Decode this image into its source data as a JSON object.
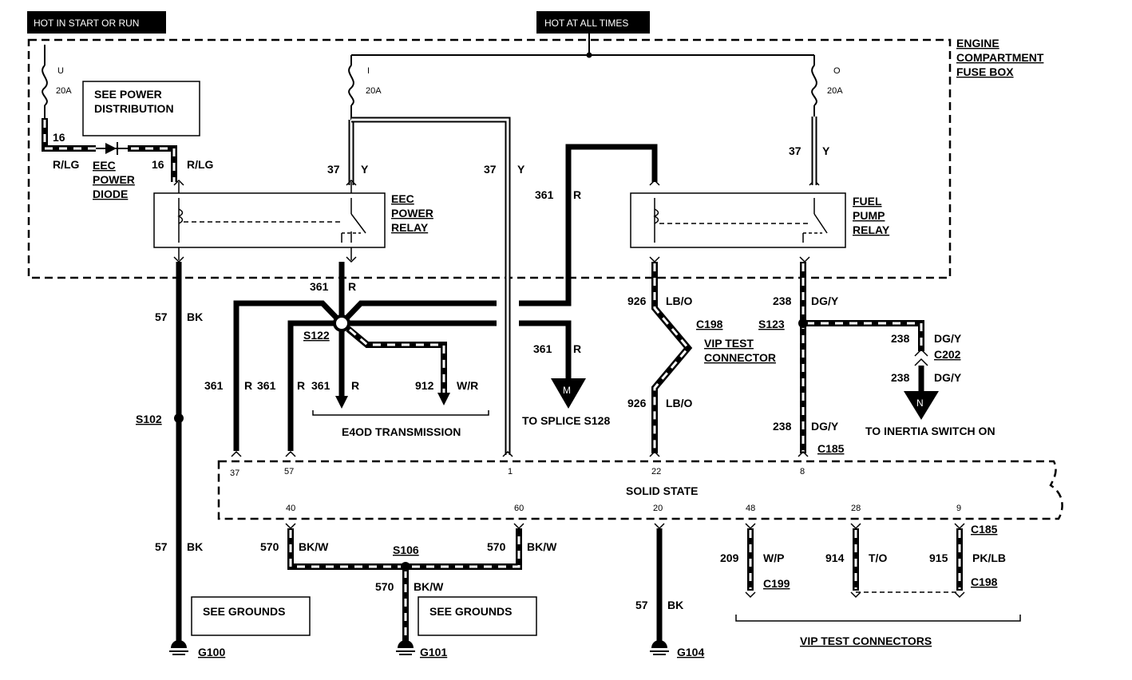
{
  "headers": {
    "start_run": "HOT IN START OR RUN",
    "all_times": "HOT AT ALL TIMES"
  },
  "fuse_box": {
    "line1": "ENGINE",
    "line2": "COMPARTMENT",
    "line3": "FUSE BOX"
  },
  "fuses": {
    "u": {
      "letter": "U",
      "rating": "20A"
    },
    "i": {
      "letter": "I",
      "rating": "20A"
    },
    "o": {
      "letter": "O",
      "rating": "20A"
    }
  },
  "notes": {
    "power_dist_1": "SEE POWER",
    "power_dist_2": "DISTRIBUTION",
    "grounds_1": "SEE GROUNDS",
    "grounds_2": "SEE GROUNDS"
  },
  "diode": {
    "line1": "EEC",
    "line2": "POWER",
    "line3": "DIODE"
  },
  "eec_relay": {
    "line1": "EEC",
    "line2": "POWER",
    "line3": "RELAY"
  },
  "fuel_relay": {
    "line1": "FUEL",
    "line2": "PUMP",
    "line3": "RELAY"
  },
  "wires": {
    "w16a": "16",
    "c16a": "R/LG",
    "w16b": "16",
    "c16b": "R/LG",
    "w37a": "37",
    "c37a": "Y",
    "w37b": "37",
    "c37b": "Y",
    "w37c": "37",
    "c37c": "Y",
    "w361a": "361",
    "c361a": "R",
    "w361b": "361",
    "c361b": "R",
    "w361c": "361",
    "c361c": "R",
    "w361d": "361",
    "c361d": "R",
    "w361e": "361",
    "c361e": "R",
    "w361f": "361",
    "c361f": "R",
    "w57a": "57",
    "c57a": "BK",
    "w57b": "57",
    "c57b": "BK",
    "w57c": "57",
    "c57c": "BK",
    "w912": "912",
    "c912": "W/R",
    "w926a": "926",
    "c926a": "LB/O",
    "w926b": "926",
    "c926b": "LB/O",
    "w238a": "238",
    "c238a": "DG/Y",
    "w238b": "238",
    "c238b": "DG/Y",
    "w238c": "238",
    "c238c": "DG/Y",
    "w238d": "238",
    "c238d": "DG/Y",
    "w570a": "570",
    "c570a": "BK/W",
    "w570b": "570",
    "c570b": "BK/W",
    "w570c": "570",
    "c570c": "BK/W",
    "w209": "209",
    "c209": "W/P",
    "w914": "914",
    "c914": "T/O",
    "w915": "915",
    "c915": "PK/LB"
  },
  "splices": {
    "s122": "S122",
    "s123": "S123",
    "s102": "S102",
    "s106": "S106"
  },
  "connectors": {
    "c198a": "C198",
    "c198b": "C198",
    "c202": "C202",
    "c185a": "C185",
    "c185b": "C185",
    "c199": "C199"
  },
  "vip_test": {
    "line1": "VIP TEST",
    "line2": "CONNECTOR"
  },
  "e4od": "E4OD TRANSMISSION",
  "to_splice": "TO SPLICE S128",
  "to_inertia": "TO INERTIA SWITCH ON",
  "arrow_m": "M",
  "arrow_n": "N",
  "module": {
    "name": "SOLID STATE"
  },
  "pins": {
    "p37": "37",
    "p57": "57",
    "p1": "1",
    "p22": "22",
    "p8": "8",
    "p40": "40",
    "p60": "60",
    "p20": "20",
    "p48": "48",
    "p28": "28",
    "p9": "9"
  },
  "grounds": {
    "g100": "G100",
    "g101": "G101",
    "g104": "G104"
  },
  "vip_connectors": "VIP TEST CONNECTORS"
}
